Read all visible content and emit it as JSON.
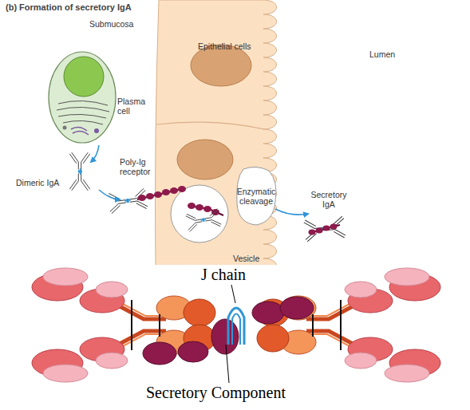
{
  "diagram": {
    "title": "(b) Formation of secretory IgA",
    "nodes": [
      {
        "text": [
          "Plasma cell"
        ]
      },
      {
        "text": [
          "Epithelial cells"
        ]
      },
      {
        "text": [
          "Enzymatic cleavage"
        ],
        "in": 1
      }
    ],
    "labels": [
      "Submucosa",
      "Lumen",
      "Dimeric IgA",
      "Poly-Ig receptor",
      "Secretory IgA",
      "Vesicle",
      "J chain",
      "Secretory Component"
    ]
  }
}
